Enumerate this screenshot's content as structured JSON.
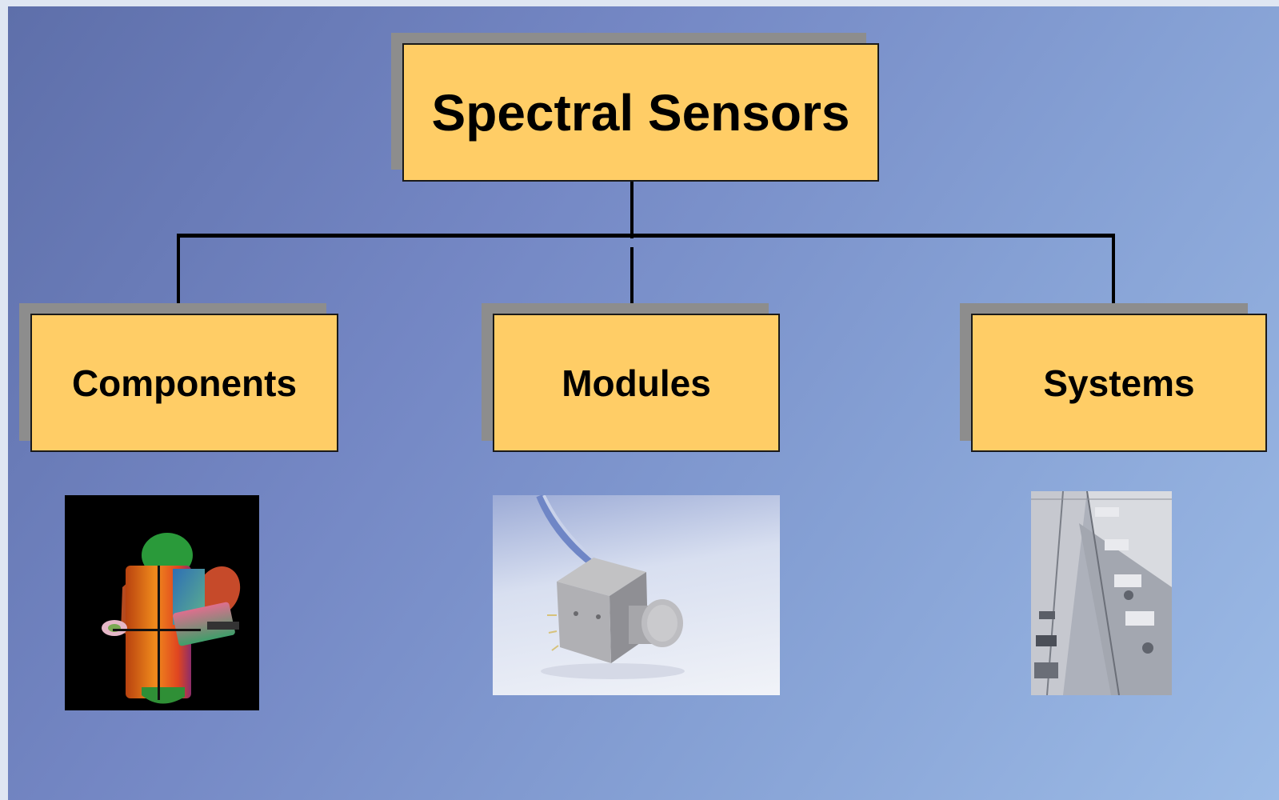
{
  "diagram": {
    "root": {
      "label": "Spectral Sensors"
    },
    "children": [
      {
        "label": "Components",
        "image": "optical-filters-photo"
      },
      {
        "label": "Modules",
        "image": "sensor-module-photo"
      },
      {
        "label": "Systems",
        "image": "industrial-system-photo"
      }
    ]
  },
  "colors": {
    "box_fill": "#ffcd66",
    "box_shadow": "#8d8d8d",
    "background_start": "#5e6faa",
    "background_end": "#9cbbe6",
    "connector": "#000000"
  }
}
